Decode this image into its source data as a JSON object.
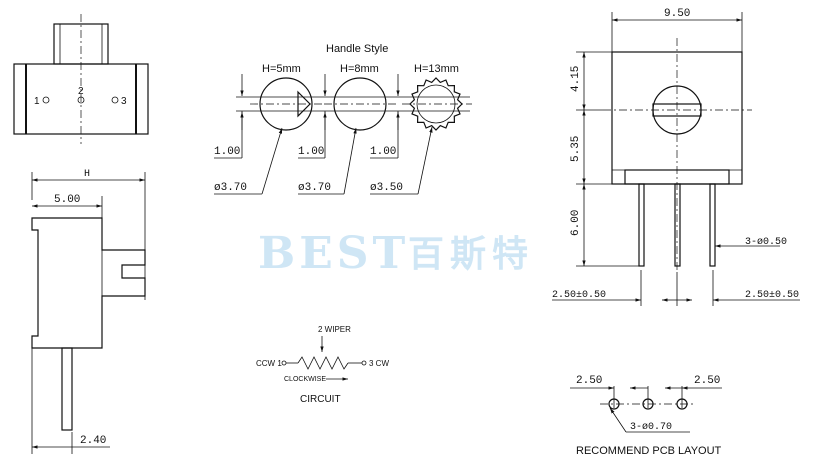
{
  "watermark": {
    "latin": "BEST",
    "cjk": "百斯特"
  },
  "side_view": {
    "pin_labels": [
      "1",
      "2",
      "3"
    ]
  },
  "profile_view": {
    "height_label": "H",
    "width_dim": "5.00",
    "pin_dim": "2.40"
  },
  "handle_style": {
    "title": "Handle Style",
    "variants": [
      {
        "height": "H=5mm",
        "thickness": "1.00",
        "diameter": "ø3.70"
      },
      {
        "height": "H=8mm",
        "thickness": "1.00",
        "diameter": "ø3.70"
      },
      {
        "height": "H=13mm",
        "thickness": "1.00",
        "diameter": "ø3.50"
      }
    ]
  },
  "circuit": {
    "title": "CIRCUIT",
    "wiper": "2 WIPER",
    "ccw": "CCW 1",
    "cw": "3 CW",
    "clockwise": "CLOCKWISE"
  },
  "front_view": {
    "width": "9.50",
    "top": "4.15",
    "middle": "5.35",
    "pin_length": "6.00",
    "pin_dia": "3-ø0.50",
    "left_pitch": "2.50±0.50",
    "right_pitch": "2.50±0.50"
  },
  "pcb_layout": {
    "title": "RECOMMEND PCB LAYOUT",
    "left_pitch": "2.50",
    "right_pitch": "2.50",
    "hole_dia": "3-ø0.70"
  }
}
